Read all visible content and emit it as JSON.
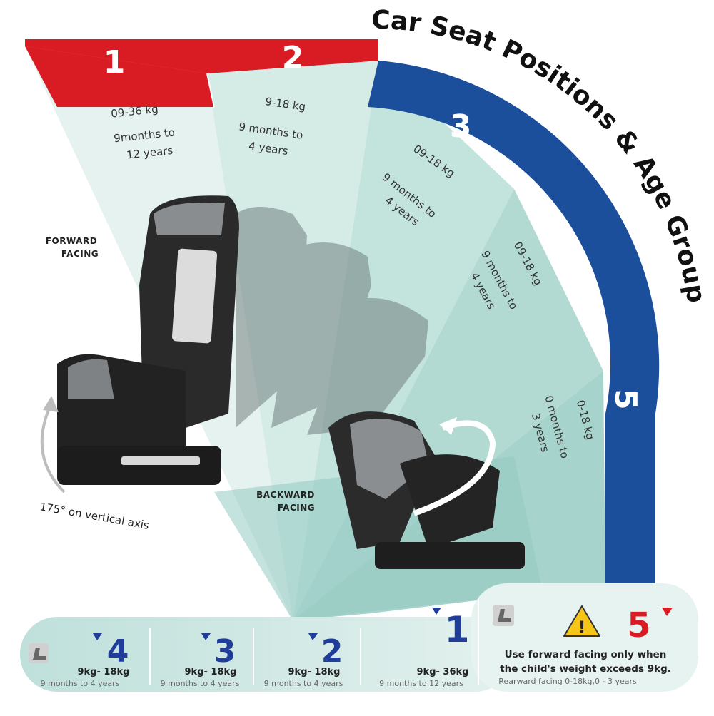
{
  "title": "Car Seat Positions & Age Group",
  "positions": [
    {
      "number": "1",
      "weight": "09-36 kg",
      "age_line1": "9months to",
      "age_line2": "12 years",
      "color": "#d91c24"
    },
    {
      "number": "2",
      "weight": "9-18 kg",
      "age_line1": "9 months to",
      "age_line2": "4 years",
      "color": "#d91c24"
    },
    {
      "number": "3",
      "weight": "09-18 kg",
      "age_line1": "9 months to",
      "age_line2": "4 years",
      "color": "#1b4f9c"
    },
    {
      "number": "4",
      "weight": "09-18 kg",
      "age_line1": "9 months to",
      "age_line2": "4 years",
      "color": "#1b4f9c"
    },
    {
      "number": "5",
      "weight": "0-18 kg",
      "age_line1": "0 months to",
      "age_line2": "3 years",
      "color": "#1b4f9c"
    }
  ],
  "labels": {
    "forward_line1": "FORWARD",
    "forward_line2": "FACING",
    "backward_line1": "BACKWARD",
    "backward_line2": "FACING",
    "rotation": "175° on vertical axis"
  },
  "bottom_bar": {
    "items": [
      {
        "number": "4",
        "weight": "9kg- 18kg",
        "age": "9 months to 4 years"
      },
      {
        "number": "3",
        "weight": "9kg- 18kg",
        "age": "9 months to 4 years"
      },
      {
        "number": "2",
        "weight": "9kg- 18kg",
        "age": "9 months to 4 years"
      },
      {
        "number": "1",
        "weight": "9kg- 36kg",
        "age": "9 months to 12 years"
      }
    ],
    "warning": {
      "number": "5",
      "line1": "Use forward facing only when",
      "line2": "the child's weight exceeds 9kg.",
      "sub": "Rearward facing 0-18kg,0 - 3 years"
    }
  },
  "colors": {
    "red": "#d91c24",
    "blue": "#1b4f9c",
    "mint": "#cfe8e2",
    "teal": "#8fc9c2",
    "number_blue": "#1f3d99",
    "warning_yellow": "#f5c518"
  }
}
